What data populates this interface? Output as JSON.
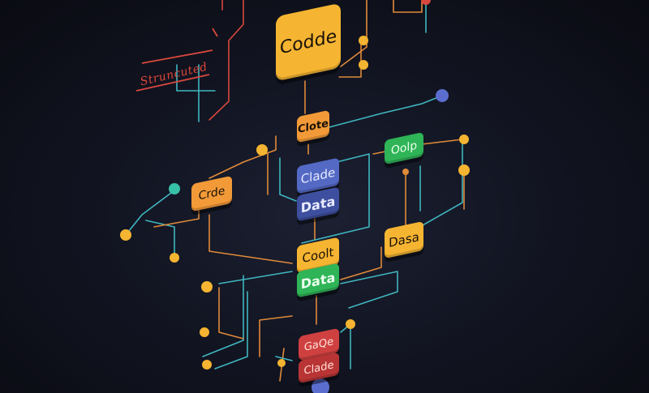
{
  "labels": {
    "tag": "Struncuted",
    "code_main": "Codde",
    "clote": "Clote",
    "clade_mid": "Clade",
    "data_mid": "Data",
    "code_left": "Crde",
    "oolp": "Oolp",
    "coolt": "Coolt",
    "data_lower": "Data",
    "dasa": "Dasa",
    "gaqe": "GaQe",
    "clade_low": "Clade"
  },
  "colors": {
    "wire_orange": "#e08a3a",
    "wire_teal": "#3fb6c0",
    "wire_red": "#d8483e",
    "dot_gold": "#f5b431",
    "dot_teal": "#37c1a8",
    "dot_blue": "#5b6ed0"
  }
}
